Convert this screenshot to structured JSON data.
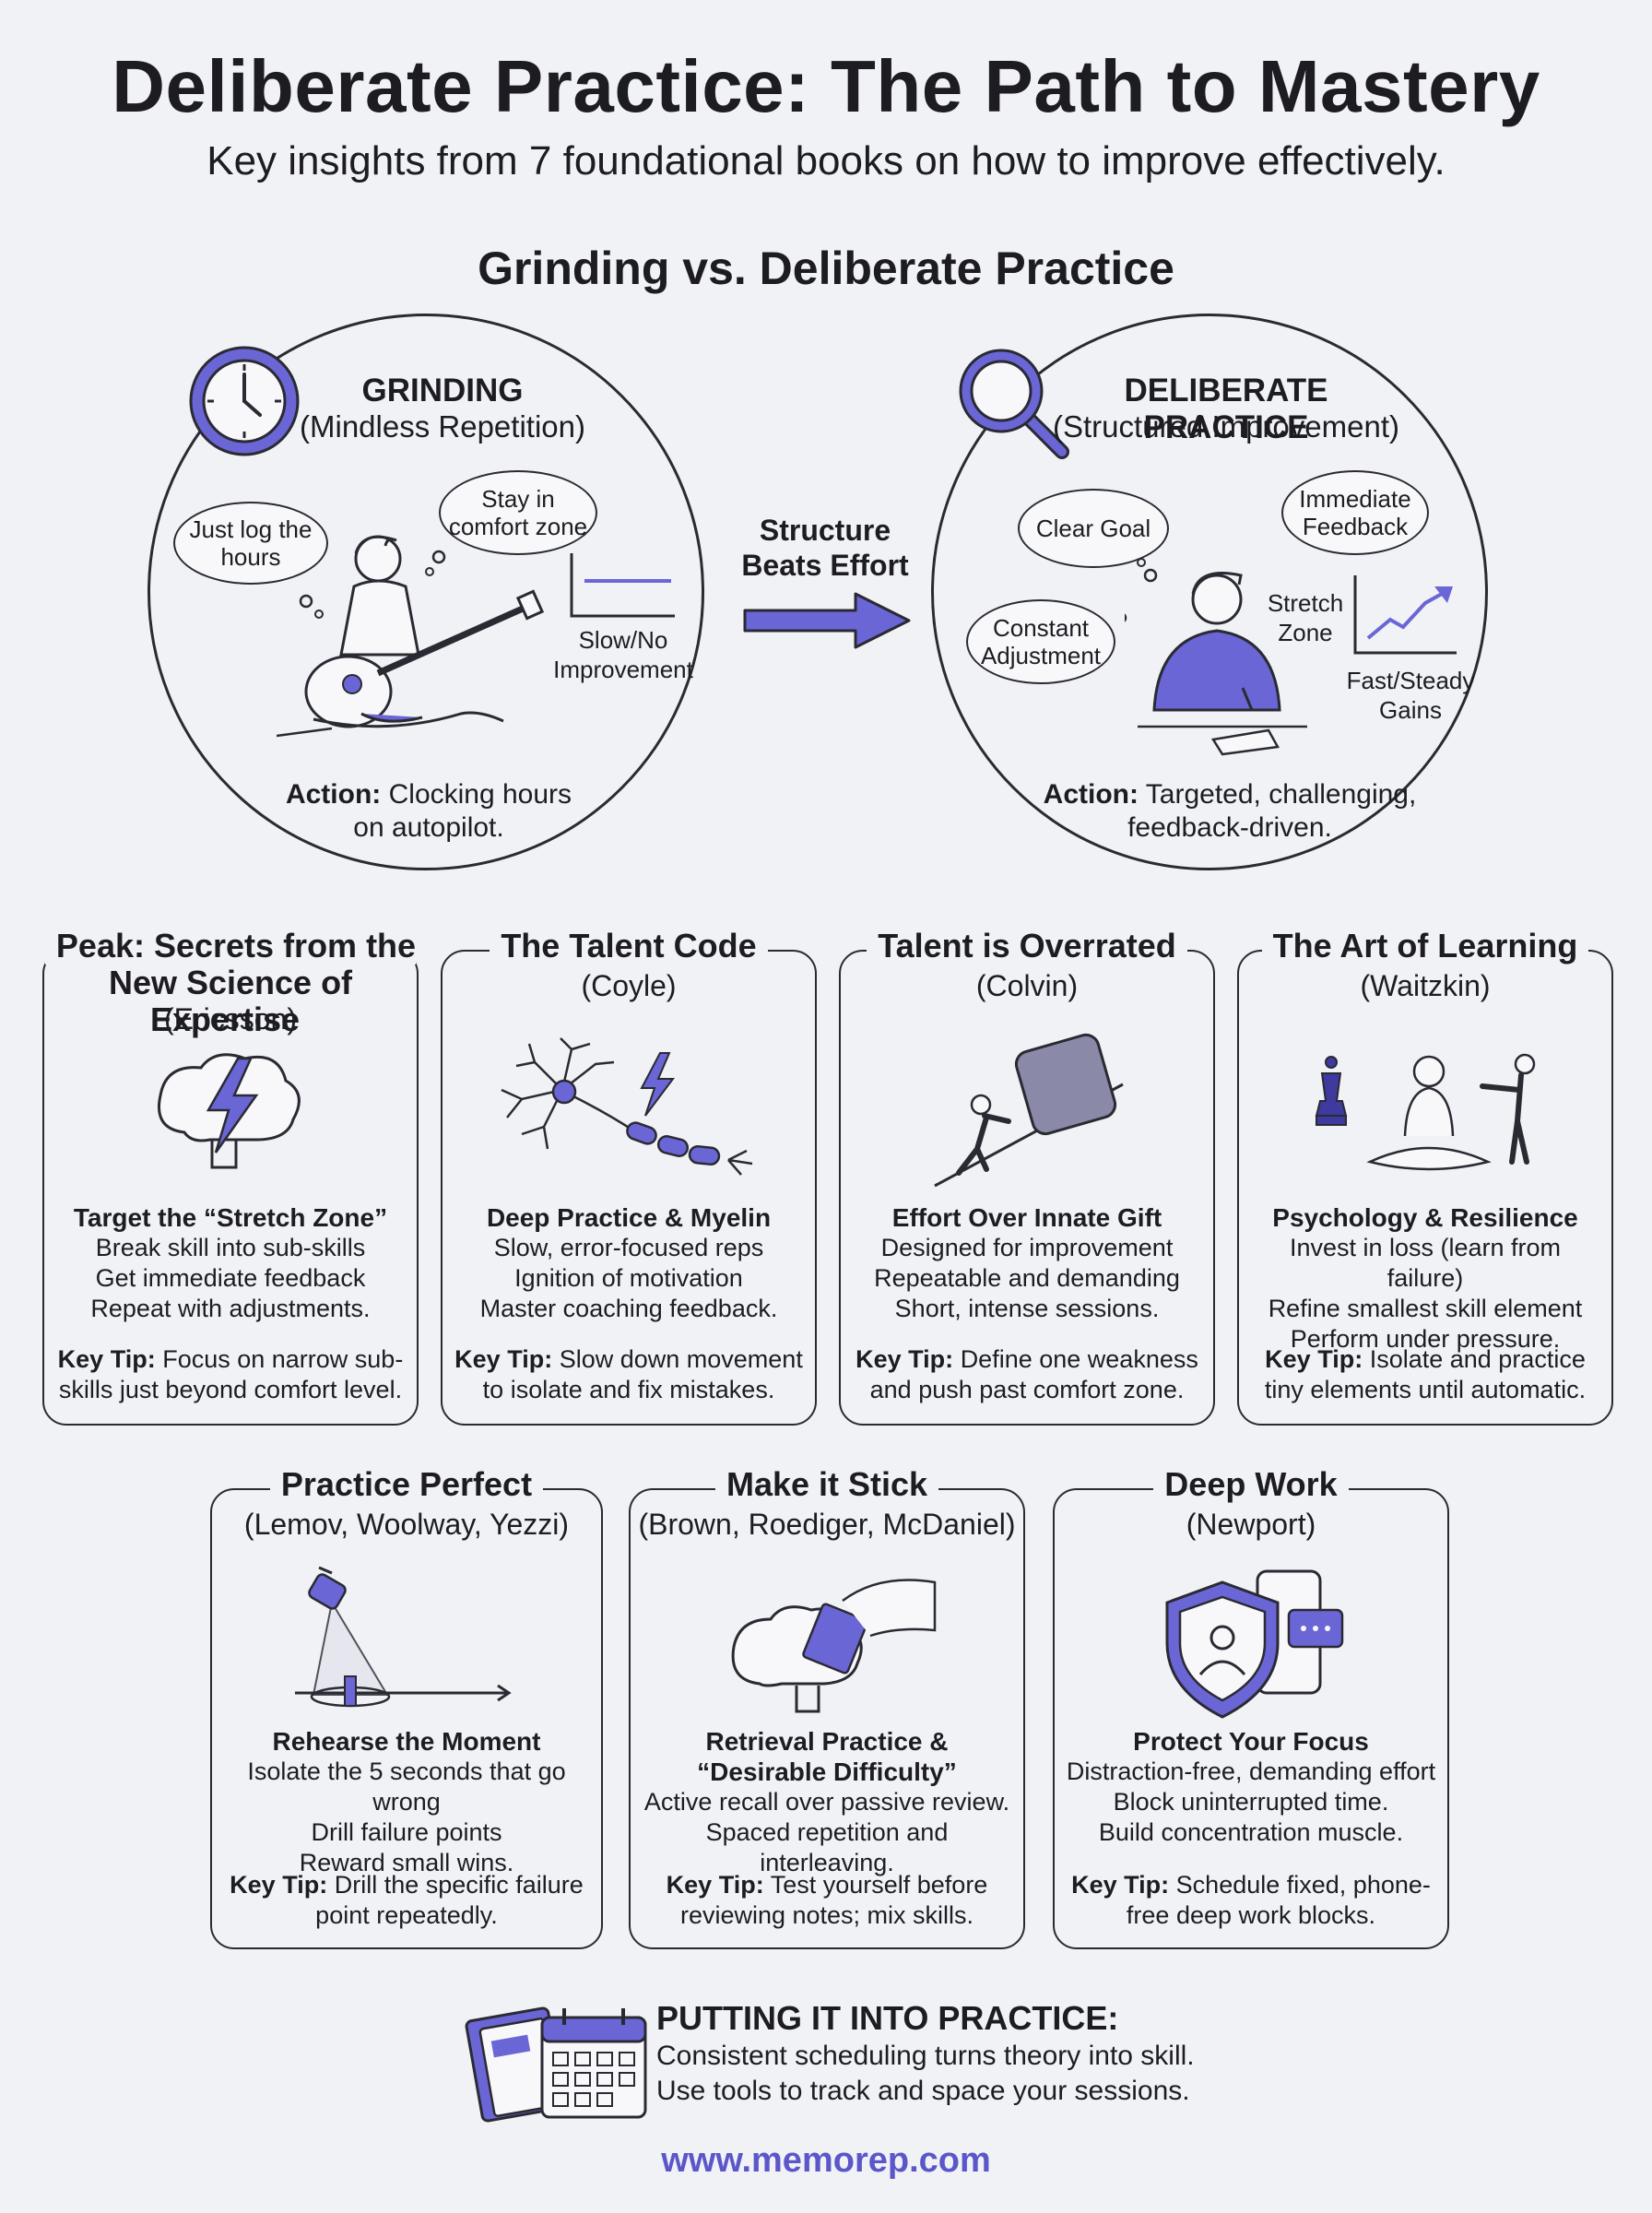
{
  "title": "Deliberate Practice: The Path to Mastery",
  "subtitle": "Key insights from 7 foundational books on how to improve effectively.",
  "comparison": {
    "heading": "Grinding vs. Deliberate Practice",
    "grinding": {
      "title": "GRINDING",
      "subtitle": "(Mindless Repetition)",
      "bubble1": "Just log the hours",
      "bubble2": "Stay in comfort zone",
      "graph_label": "Slow/No Improvement",
      "action_label": "Action:",
      "action_text": "Clocking hours on autopilot."
    },
    "arrow_label": "Structure Beats Effort",
    "deliberate": {
      "title": "DELIBERATE PRACTICE",
      "subtitle": "(Structured Improvement)",
      "bubble1": "Clear Goal",
      "bubble2": "Immediate Feedback",
      "bubble3": "Constant Adjustment",
      "zone_label": "Stretch Zone",
      "graph_label": "Fast/Steady Gains",
      "action_label": "Action:",
      "action_text": "Targeted, challenging, feedback-driven."
    }
  },
  "books": [
    {
      "title": "Peak: Secrets from the New Science of Expertise",
      "author": "(Ericsson)",
      "icon": "brain-lightning-icon",
      "heading": "Target the “Stretch Zone”",
      "lines": [
        "Break skill into sub-skills",
        "Get immediate feedback",
        "Repeat with adjustments."
      ],
      "tip_label": "Key Tip:",
      "tip": "Focus on narrow sub-skills just beyond comfort level."
    },
    {
      "title": "The Talent Code",
      "author": "(Coyle)",
      "icon": "neuron-myelin-icon",
      "heading": "Deep Practice & Myelin",
      "lines": [
        "Slow, error-focused reps",
        "Ignition of motivation",
        "Master coaching feedback."
      ],
      "tip_label": "Key Tip:",
      "tip": "Slow down movement to isolate and fix mistakes."
    },
    {
      "title": "Talent is Overrated",
      "author": "(Colvin)",
      "icon": "pushing-boulder-icon",
      "heading": "Effort Over Innate Gift",
      "lines": [
        "Designed for improvement",
        "Repeatable and demanding",
        "Short, intense sessions."
      ],
      "tip_label": "Key Tip:",
      "tip": "Define one weakness and push past comfort zone."
    },
    {
      "title": "The Art of Learning",
      "author": "(Waitzkin)",
      "icon": "chess-meditation-martial-arts-icon",
      "heading": "Psychology & Resilience",
      "lines": [
        "Invest in loss (learn from failure)",
        "Refine smallest skill element",
        "Perform under pressure."
      ],
      "tip_label": "Key Tip:",
      "tip": "Isolate and practice tiny elements until automatic."
    },
    {
      "title": "Practice Perfect",
      "author": "(Lemov, Woolway, Yezzi)",
      "icon": "spotlight-timeline-icon",
      "heading": "Rehearse the Moment",
      "lines": [
        "Isolate the 5 seconds that go wrong",
        "Drill failure points",
        "Reward small wins."
      ],
      "tip_label": "Key Tip:",
      "tip": "Drill the specific failure point repeatedly."
    },
    {
      "title": "Make it Stick",
      "author": "(Brown, Roediger, McDaniel)",
      "icon": "brain-card-icon",
      "heading": "Retrieval Practice & “Desirable Difficulty”",
      "lines": [
        "Active recall over passive review.",
        "Spaced repetition and interleaving."
      ],
      "tip_label": "Key Tip:",
      "tip": "Test yourself before reviewing notes; mix skills."
    },
    {
      "title": "Deep Work",
      "author": "(Newport)",
      "icon": "shield-phone-icon",
      "heading": "Protect Your Focus",
      "lines": [
        "Distraction-free, demanding effort",
        "Block uninterrupted time.",
        "Build concentration muscle."
      ],
      "tip_label": "Key Tip:",
      "tip": "Schedule fixed, phone-free deep work blocks."
    }
  ],
  "footer": {
    "heading": "PUTTING IT INTO PRACTICE:",
    "line1": "Consistent scheduling turns theory into skill.",
    "line2": "Use tools to track and space your sessions.",
    "url": "www.memorep.com"
  },
  "colors": {
    "accent": "#6b66d6",
    "accent_dark": "#3e3a9e",
    "ink": "#2a2a33",
    "background": "#f1f2f6"
  }
}
